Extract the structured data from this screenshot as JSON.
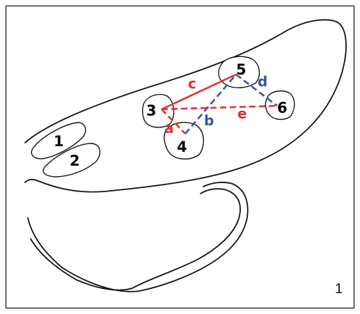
{
  "figure": {
    "panel_number": "1",
    "colors": {
      "red": "#e0322b",
      "blue": "#3a55a4",
      "ink": "#111111",
      "frame": "#333333"
    },
    "regions": [
      {
        "id": "1",
        "label": "1"
      },
      {
        "id": "2",
        "label": "2"
      },
      {
        "id": "3",
        "label": "3"
      },
      {
        "id": "4",
        "label": "4"
      },
      {
        "id": "5",
        "label": "5"
      },
      {
        "id": "6",
        "label": "6"
      }
    ],
    "segments": [
      {
        "label": "a",
        "from": "3",
        "to": "4",
        "color": "red",
        "style": "dashed"
      },
      {
        "label": "b",
        "from": "4",
        "to": "5",
        "color": "blue",
        "style": "dashed"
      },
      {
        "label": "c",
        "from": "3",
        "to": "5",
        "color": "red",
        "style": "solid"
      },
      {
        "label": "d",
        "from": "5",
        "to": "6",
        "color": "blue",
        "style": "dashed"
      },
      {
        "label": "e",
        "from": "3",
        "to": "6",
        "color": "red",
        "style": "dashed"
      }
    ]
  }
}
